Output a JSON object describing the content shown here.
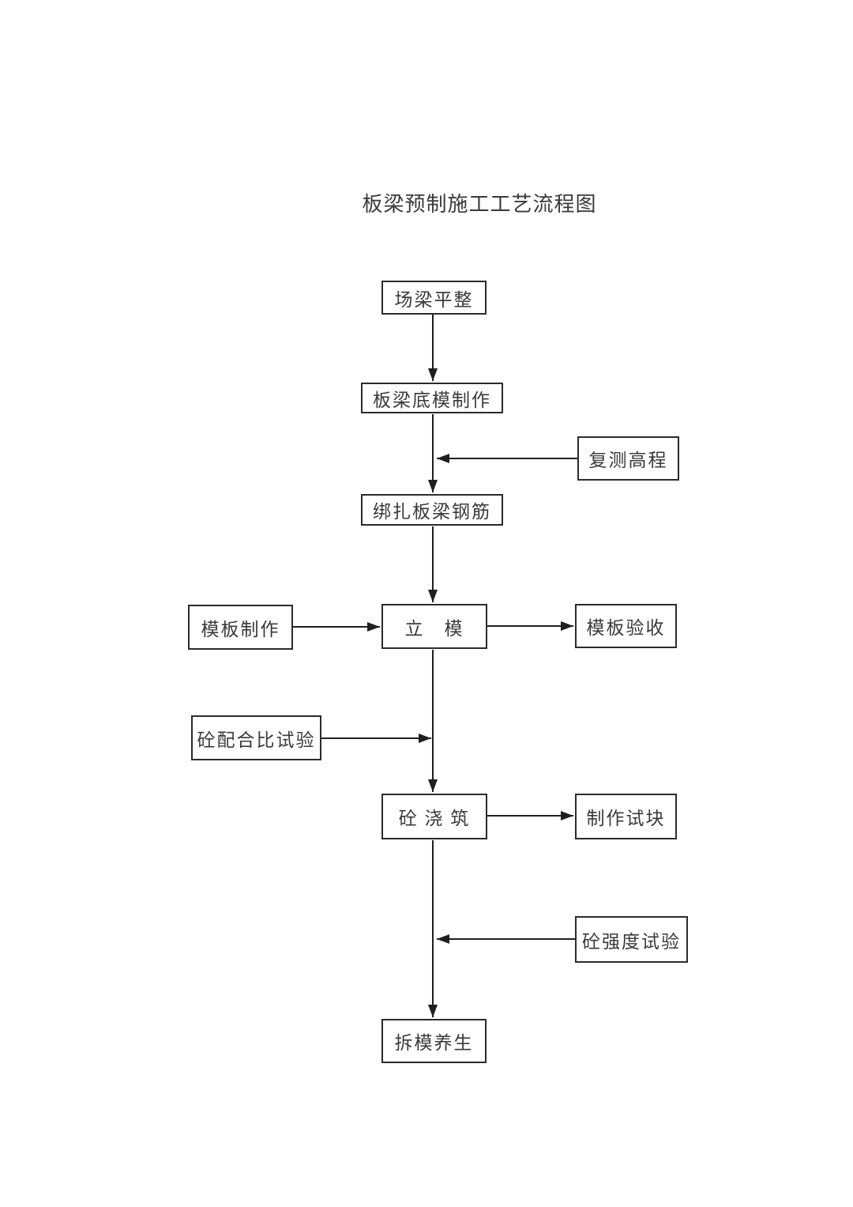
{
  "title": "板梁预制施工工艺流程图",
  "nodes": {
    "site_leveling": {
      "label": "场梁平整"
    },
    "bottom_form_making": {
      "label": "板梁底模制作"
    },
    "elevation_recheck": {
      "label": "复测高程"
    },
    "rebar_tying": {
      "label": "绑扎板梁钢筋"
    },
    "formwork_making": {
      "label": "模板制作"
    },
    "erect_formwork": {
      "label": "立　模"
    },
    "formwork_acceptance": {
      "label": "模板验收"
    },
    "mix_ratio_test": {
      "label": "砼配合比试验"
    },
    "concrete_pouring": {
      "label": "砼 浇 筑"
    },
    "test_block_making": {
      "label": "制作试块"
    },
    "strength_test": {
      "label": "砼强度试验"
    },
    "form_removal_curing": {
      "label": "拆模养生"
    }
  },
  "colors": {
    "background": "#ffffff",
    "line": "#1f1f1f",
    "box_border": "#2b2b2b",
    "text": "#3a3a3a"
  }
}
